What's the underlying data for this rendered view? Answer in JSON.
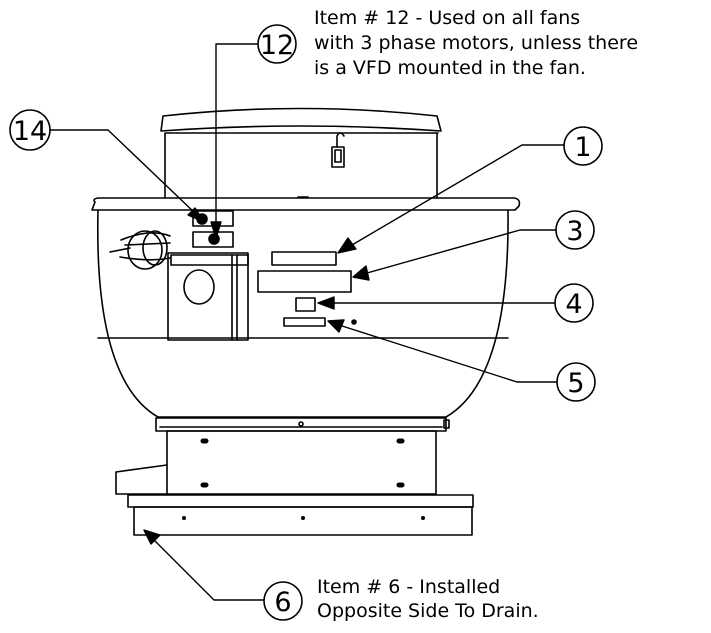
{
  "balloons": [
    {
      "number": "12"
    },
    {
      "number": "14"
    },
    {
      "number": "1"
    },
    {
      "number": "3"
    },
    {
      "number": "4"
    },
    {
      "number": "5"
    },
    {
      "number": "6"
    }
  ],
  "notes": {
    "item12": [
      "Item # 12 - Used on all fans",
      "with 3 phase motors, unless there",
      "is a VFD mounted in the fan."
    ],
    "item6": [
      "Item # 6 - Installed",
      "Opposite Side To Drain."
    ]
  },
  "colors": {
    "line": "#000000",
    "background": "#ffffff"
  }
}
